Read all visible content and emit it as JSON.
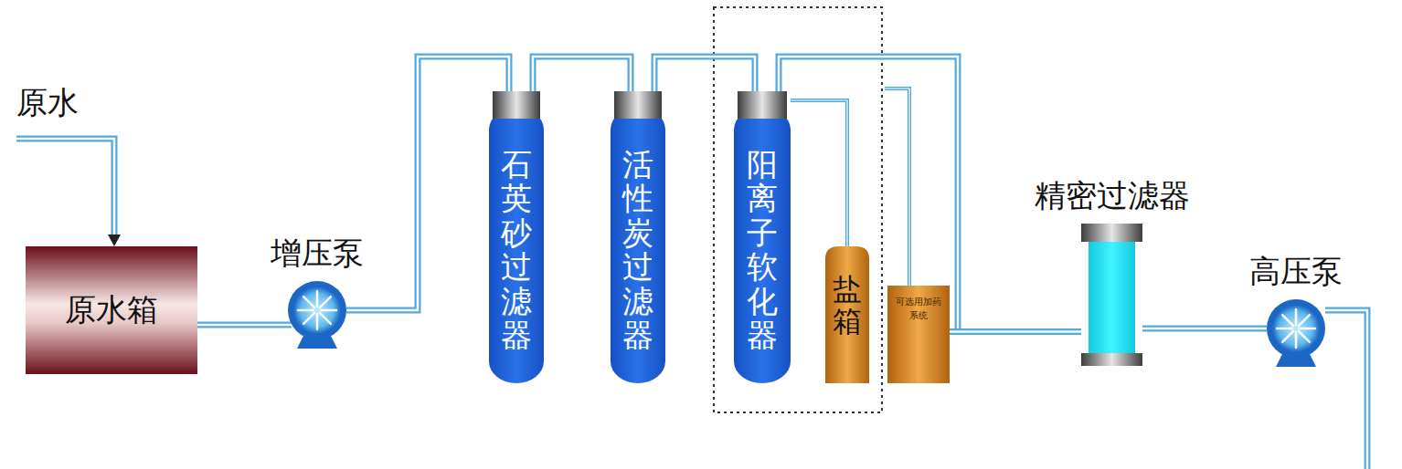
{
  "diagram": {
    "nodes": [
      {
        "text": [
          "原水箱"
        ]
      },
      {
        "text": [
          "增压泵"
        ]
      },
      {
        "text": [
          "石英砂过滤器"
        ]
      },
      {
        "text": [
          "活性炭过滤器"
        ]
      },
      {
        "text": [
          "阳离子软化器"
        ]
      },
      {
        "text": [
          "盐箱"
        ]
      },
      {
        "text": [
          "可选用加药系统"
        ]
      },
      {
        "text": [
          "精密过滤器"
        ]
      },
      {
        "text": [
          "高压泵"
        ]
      }
    ],
    "edges": [
      {
        "from": 0,
        "to": 1,
        "arrow": "none"
      },
      {
        "from": 1,
        "to": 2,
        "arrow": "none"
      },
      {
        "from": 2,
        "to": 3,
        "arrow": "none"
      },
      {
        "from": 3,
        "to": 4,
        "arrow": "none"
      },
      {
        "from": 4,
        "to": 5,
        "arrow": "none"
      },
      {
        "from": 4,
        "to": 7,
        "arrow": "none"
      },
      {
        "from": 6,
        "to": 7,
        "arrow": "none"
      },
      {
        "from": 7,
        "to": 8,
        "arrow": "none"
      }
    ],
    "labels": [
      "原水"
    ]
  }
}
